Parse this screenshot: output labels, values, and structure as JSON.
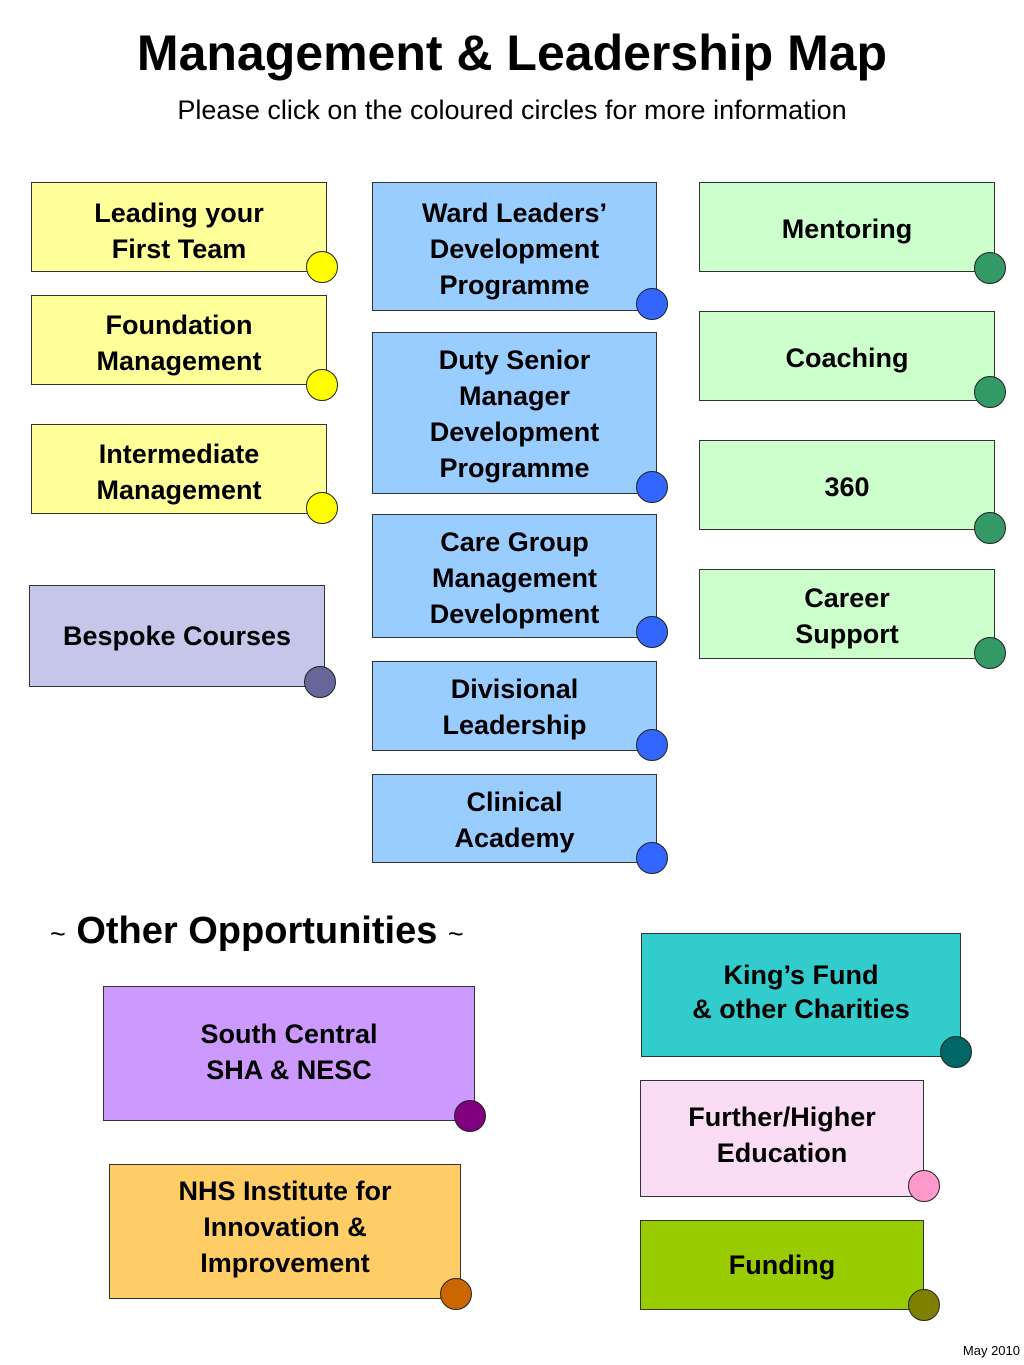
{
  "header": {
    "title": "Management & Leadership Map",
    "subtitle": "Please click on the coloured circles for more information"
  },
  "colors": {
    "yellow_dot": "#ffff00",
    "blue_dot": "#3366ff",
    "green_dot": "#339966",
    "lavender_dot": "#666699",
    "purple_dot": "#800080",
    "orange_dot": "#cc6600",
    "teal_dot": "#006666",
    "pink_dot": "#ff99cc",
    "olive_dot": "#808000"
  },
  "left_column": {
    "leading_first_team": "Leading your\nFirst Team",
    "foundation_management": "Foundation\nManagement",
    "intermediate_management": "Intermediate\nManagement",
    "bespoke_courses": "Bespoke Courses"
  },
  "middle_column": {
    "ward_leaders": "Ward Leaders’\nDevelopment\nProgramme",
    "duty_senior_manager": "Duty Senior\nManager\nDevelopment\nProgramme",
    "care_group": "Care Group\nManagement\nDevelopment",
    "divisional_leadership": "Divisional\nLeadership",
    "clinical_academy": "Clinical\nAcademy"
  },
  "right_column": {
    "mentoring": "Mentoring",
    "coaching": "Coaching",
    "three_sixty": "360",
    "career_support": "Career\nSupport"
  },
  "other_opportunities": {
    "tilde": "~",
    "heading": "Other Opportunities",
    "south_central": "South Central\nSHA & NESC",
    "nhs_institute": "NHS Institute for\nInnovation &\nImprovement",
    "kings_fund": "King’s Fund\n& other Charities",
    "further_higher": "Further/Higher\nEducation",
    "funding": "Funding"
  },
  "footer": {
    "date": "May 2010"
  }
}
